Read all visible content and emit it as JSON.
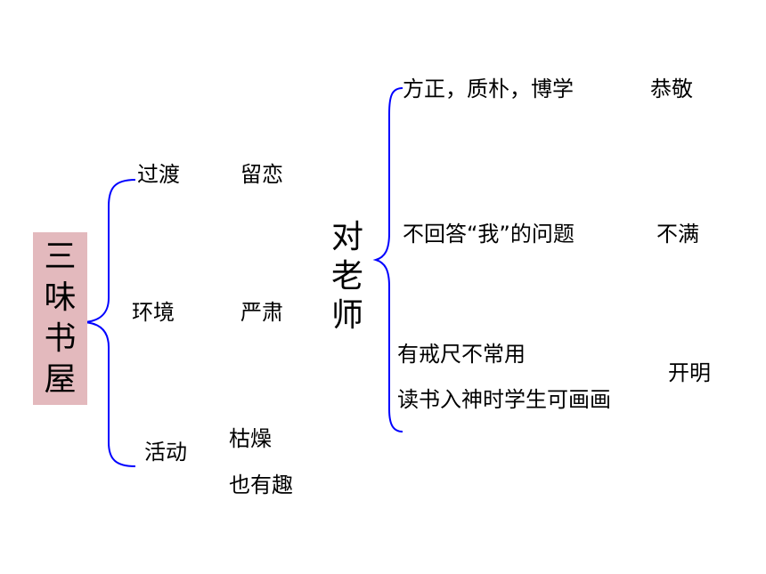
{
  "title": "三味书屋",
  "brace_color": "#0000ff",
  "title_bg": "#e3b9bd",
  "sections": {
    "transition": {
      "label": "过渡",
      "value": "留恋"
    },
    "environment": {
      "label": "环境",
      "value": "严肃"
    },
    "activity": {
      "label": "活动",
      "value_1": "枯燥",
      "value_2": "也有趣"
    }
  },
  "teacher": {
    "label": "对老师",
    "items": {
      "upright": {
        "desc": "方正，质朴，博学",
        "attitude": "恭敬"
      },
      "no_answer": {
        "desc": "不回答“我”的问题",
        "attitude": "不满"
      },
      "enlightened": {
        "desc_1": "有戒尺不常用",
        "desc_2": "读书入神时学生可画画",
        "attitude": "开明"
      }
    }
  }
}
